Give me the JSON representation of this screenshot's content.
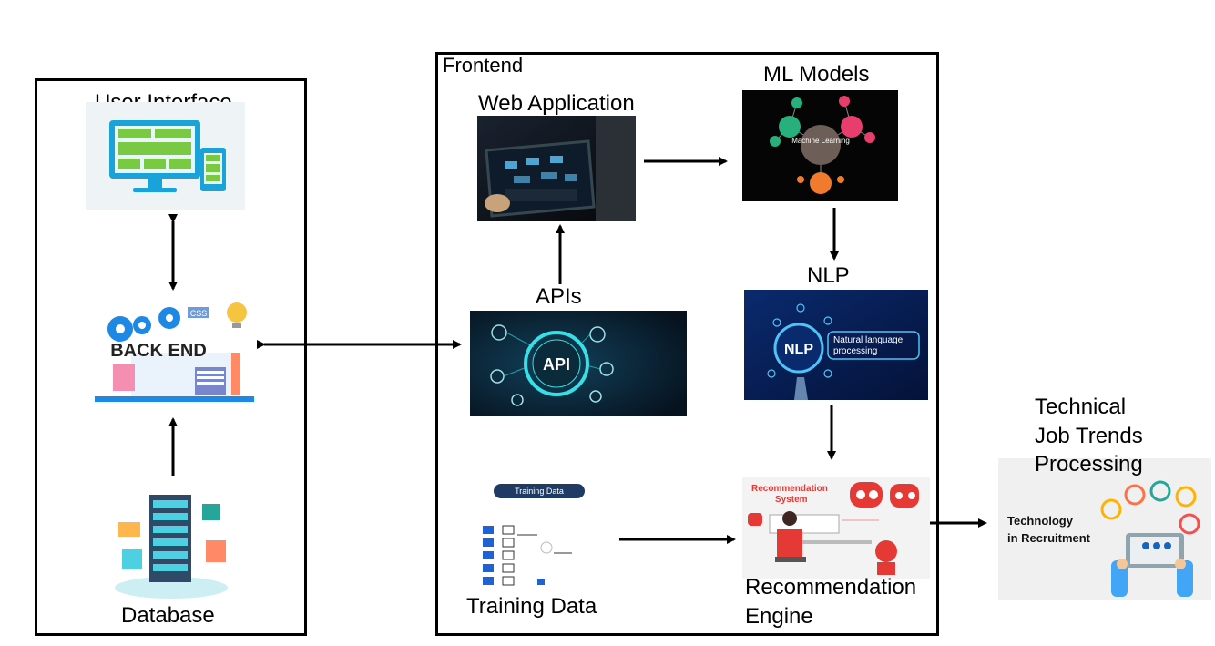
{
  "frontend_box": {
    "title": "Frontend"
  },
  "nodes": {
    "user_interface": {
      "label": "User Interface"
    },
    "backend": {
      "label": "",
      "image_text": "BACK END"
    },
    "database": {
      "label": "Database"
    },
    "web_application": {
      "label": "Web Application"
    },
    "apis": {
      "label": "APIs",
      "image_text": "API"
    },
    "ml_models": {
      "label": "ML Models",
      "image_text": "Machine Learning"
    },
    "nlp": {
      "label": "NLP",
      "image_text": "NLP",
      "image_subtext_1": "Natural language",
      "image_subtext_2": "processing"
    },
    "training_data": {
      "label": "Training Data",
      "image_text": "Training Data"
    },
    "recommendation_engine": {
      "label_line1": "Recommendation",
      "label_line2": "Engine",
      "image_text_1": "Recommendation",
      "image_text_2": "System"
    },
    "job_trends": {
      "label_line1": "Technical",
      "label_line2": "Job Trends",
      "label_line3": "Processing",
      "image_text_1": "Technology",
      "image_text_2": "in Recruitment"
    }
  },
  "colors": {
    "frame": "#000000",
    "ui_blue": "#1aa3d9",
    "ui_green": "#7ac943",
    "dark_navy": "#0b1a2e",
    "api_teal": "#37e0e6",
    "nlp_blue": "#0a2a6e",
    "rec_red": "#e53935"
  }
}
